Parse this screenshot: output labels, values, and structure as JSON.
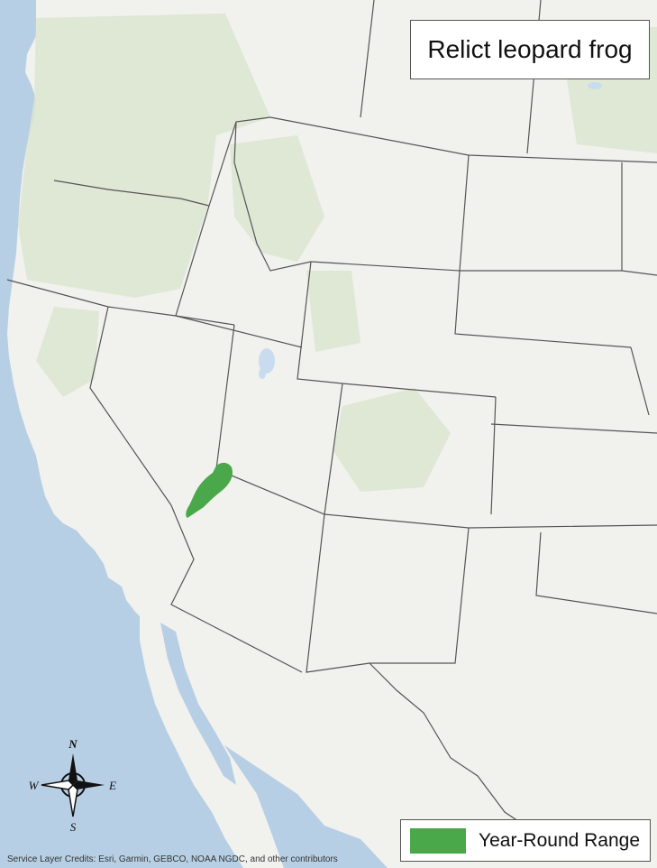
{
  "map": {
    "title": "Relict leopard frog",
    "legend": {
      "label": "Year-Round Range",
      "color": "#4aa84a"
    },
    "credits": "Service Layer Credits: Esri, Garmin, GEBCO, NOAA NGDC, and other contributors",
    "compass": {
      "n": "N",
      "s": "S",
      "e": "E",
      "w": "W"
    },
    "colors": {
      "ocean": "#b7cfe4",
      "land": "#f1f1ee",
      "vegetation": "#dce5d0",
      "water": "#c9dcef",
      "border": "#555555",
      "range": "#4aa84a"
    }
  }
}
